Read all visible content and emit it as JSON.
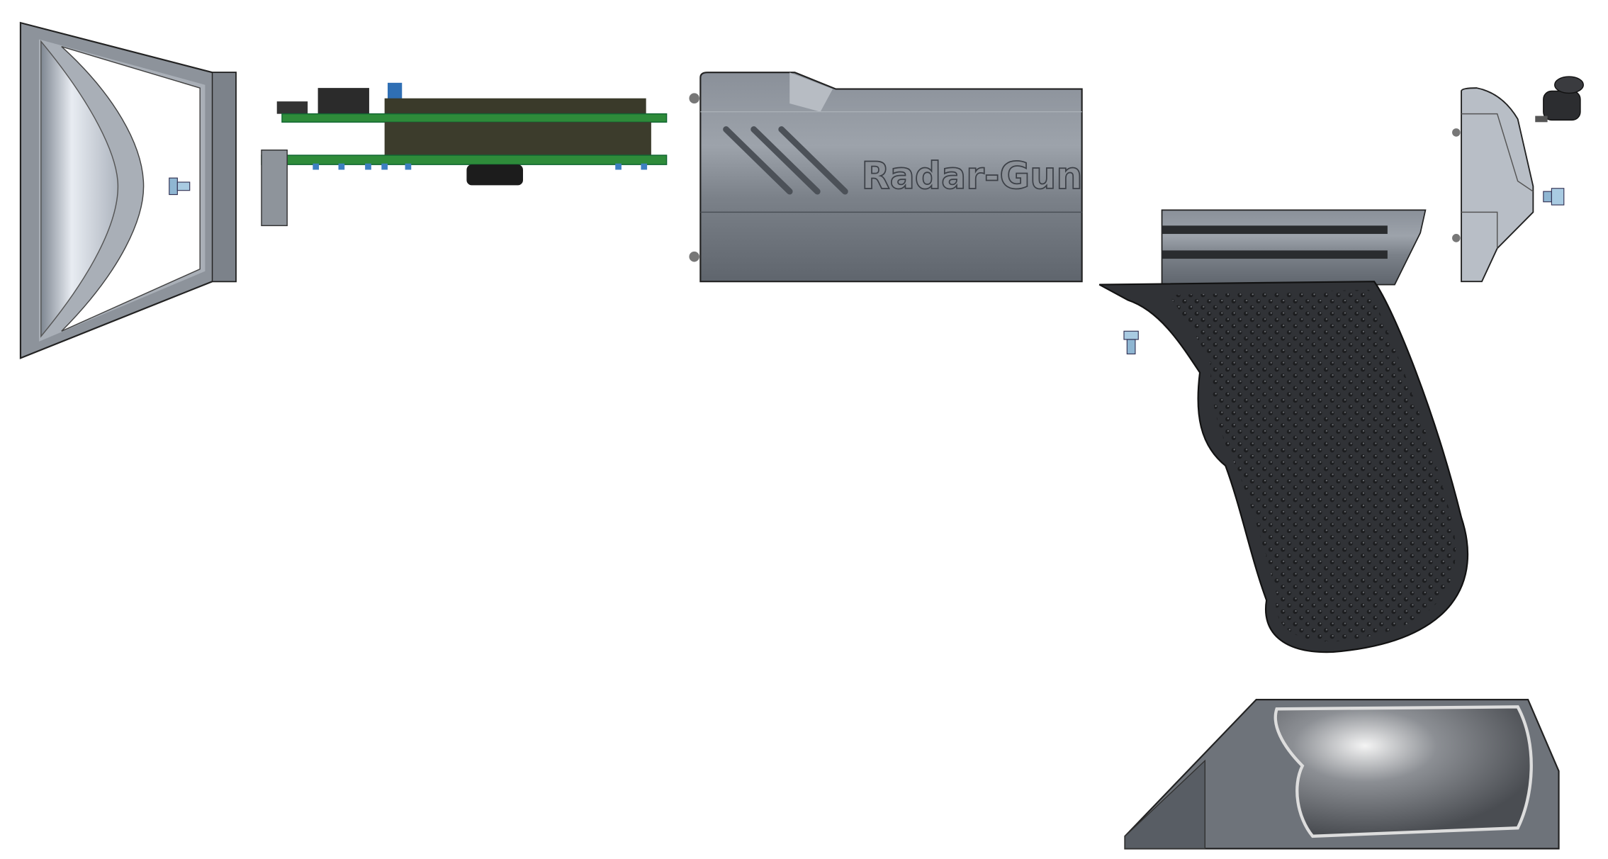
{
  "view": {
    "background": "#ffffff",
    "parts": [
      {
        "name": "horn-antenna"
      },
      {
        "name": "pcb-assembly"
      },
      {
        "name": "housing",
        "embossed_text": "Radar-Gun"
      },
      {
        "name": "pistol-grip"
      },
      {
        "name": "end-cap"
      },
      {
        "name": "push-button"
      },
      {
        "name": "stand"
      },
      {
        "name": "screw"
      }
    ],
    "colors": {
      "metal_light": "#c9ced6",
      "metal_dark": "#6d737c",
      "grip": "#2f3134",
      "pcb_green": "#2e8b3a",
      "screw_blue": "#9fc3dc"
    }
  }
}
